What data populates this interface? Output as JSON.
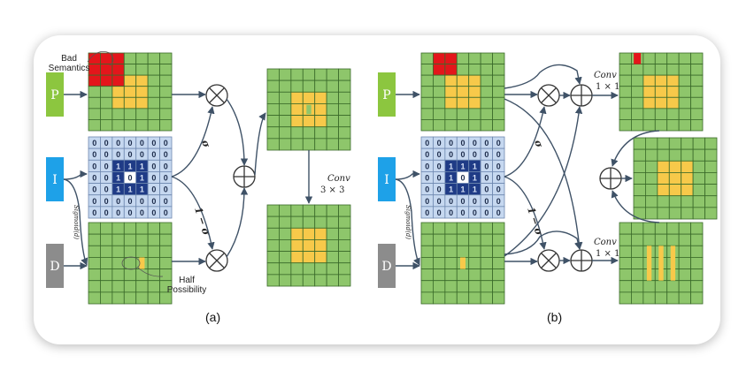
{
  "panels": [
    {
      "caption": "(a)",
      "inputs": {
        "p": "P",
        "i": "I",
        "d": "D"
      },
      "side_label": "Sigmoid(d)",
      "sigma": "σ",
      "one_minus_sigma": "1 − σ",
      "annotations": {
        "bad": "Bad",
        "semantics": "Semantics",
        "half": "Half",
        "possibility": "Possibility"
      },
      "conv_label": "Conv",
      "conv_size": "3 × 3",
      "matrix_values": [
        [
          "0",
          "0",
          "0",
          "0",
          "0",
          "0",
          "0"
        ],
        [
          "0",
          "0",
          "0",
          "0",
          "0",
          "0",
          "0"
        ],
        [
          "0",
          "0",
          "1",
          "1",
          "1",
          "0",
          "0"
        ],
        [
          "0",
          "0",
          "1",
          "0",
          "1",
          "0",
          "0"
        ],
        [
          "0",
          "0",
          "1",
          "1",
          "1",
          "0",
          "0"
        ],
        [
          "0",
          "0",
          "0",
          "0",
          "0",
          "0",
          "0"
        ],
        [
          "0",
          "0",
          "0",
          "0",
          "0",
          "0",
          "0"
        ]
      ]
    },
    {
      "caption": "(b)",
      "inputs": {
        "p": "P",
        "i": "I",
        "d": "D"
      },
      "side_label": "Sigmoid(d)",
      "sigma": "σ",
      "one_minus_sigma": "1 − σ",
      "conv_top_label": "Conv",
      "conv_top_size": "1 × 1",
      "conv_bottom_label": "Conv",
      "conv_bottom_size": "1 × 1",
      "matrix_values": [
        [
          "0",
          "0",
          "0",
          "0",
          "0",
          "0",
          "0"
        ],
        [
          "0",
          "0",
          "0",
          "0",
          "0",
          "0",
          "0"
        ],
        [
          "0",
          "0",
          "1",
          "1",
          "1",
          "0",
          "0"
        ],
        [
          "0",
          "0",
          "1",
          "0",
          "1",
          "0",
          "0"
        ],
        [
          "0",
          "0",
          "1",
          "1",
          "1",
          "0",
          "0"
        ],
        [
          "0",
          "0",
          "0",
          "0",
          "0",
          "0",
          "0"
        ],
        [
          "0",
          "0",
          "0",
          "0",
          "0",
          "0",
          "0"
        ]
      ]
    }
  ],
  "colors": {
    "grid_green": "#8ec66b",
    "highlight_yellow": "#f7c94a",
    "bad_red": "#e3161b",
    "p_box": "#8cc63f",
    "i_box": "#1ea1e8",
    "d_box": "#8c8c8c",
    "matrix_light": "#c6d8f0",
    "matrix_dark": "#1f3b86",
    "arrow": "#3f5267"
  }
}
